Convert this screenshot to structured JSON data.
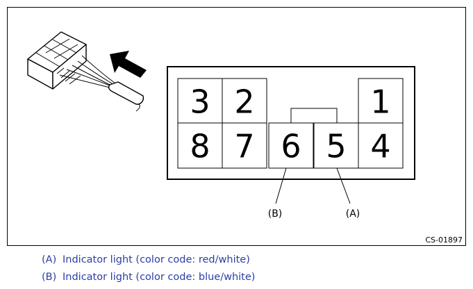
{
  "pins": [
    {
      "num": "3"
    },
    {
      "num": "2"
    },
    {
      "num": "1"
    },
    {
      "num": "8"
    },
    {
      "num": "7"
    },
    {
      "num": "6"
    },
    {
      "num": "5"
    },
    {
      "num": "4"
    }
  ],
  "callouts": {
    "b": "(B)",
    "a": "(A)"
  },
  "figure_code": "CS-01897",
  "legend": [
    {
      "key": "(A)",
      "text": "Indicator light (color code: red/white)"
    },
    {
      "key": "(B)",
      "text": "Indicator light (color code: blue/white)"
    }
  ]
}
